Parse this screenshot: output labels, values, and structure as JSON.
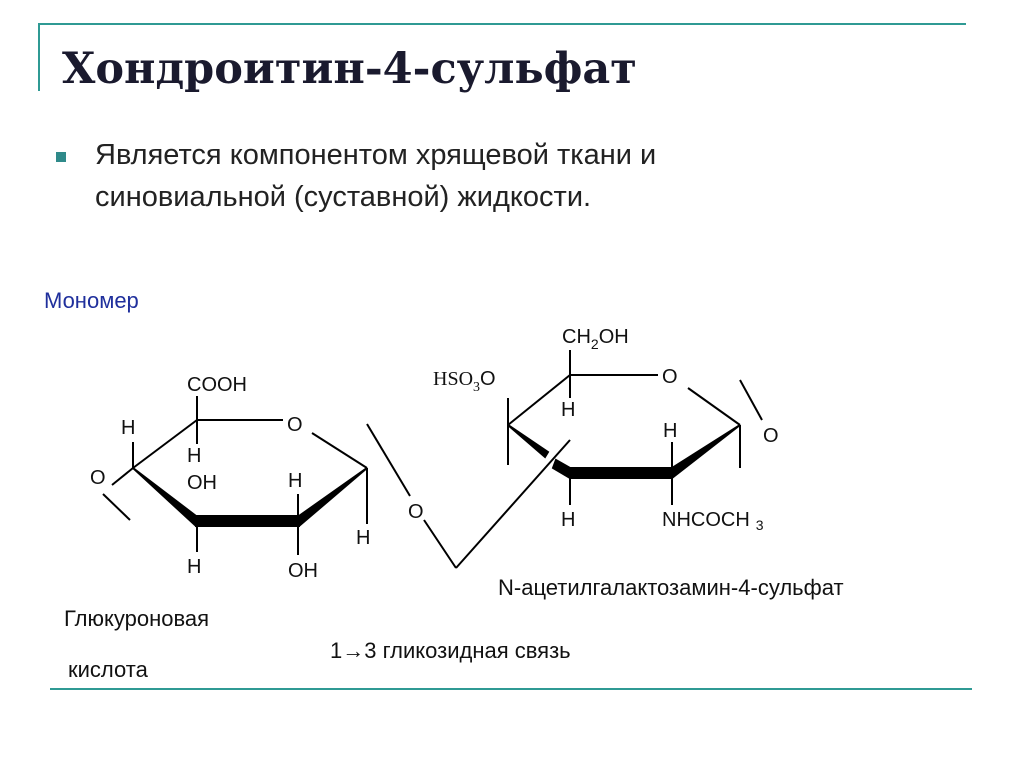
{
  "slide": {
    "title": "Хондроитин-4-сульфат",
    "bullet": "Является компонентом хрящевой ткани и синовиальной (суставной) жидкости.",
    "monomer_label": "Мономер"
  },
  "colors": {
    "frame": "#2f9a94",
    "title": "#1a1a2e",
    "monomer": "#1f2f9c"
  },
  "glucuronic": {
    "cooh": "COOH",
    "ring_o": "O",
    "left_o": "O",
    "h_top_left": "H",
    "h_c4": "H",
    "oh_c3": "OH",
    "h_c3_below": "H",
    "h_c2": "H",
    "oh_c2": "OH",
    "h_c1": "H",
    "name_line1": "Глюкуроновая",
    "name_line2": "кислота"
  },
  "linkage": {
    "bridge_o": "O",
    "caption": "1→3 гликозидная связь"
  },
  "galnac": {
    "ch2oh_prefix": "CH",
    "ch2oh_sub": "2",
    "ch2oh_suffix": "OH",
    "hso3o_prefix": "HSO",
    "hso3o_sub": "3",
    "hso3o_suffix": "O",
    "ring_o": "O",
    "right_o": "O",
    "h_c4": "H",
    "h_c2_top": "H",
    "h_c3": "H",
    "nhcoch3_prefix": "NHCOCH",
    "nhcoch3_sub": "3",
    "name": "N-ацетилгалактозамин-4-сульфат"
  }
}
